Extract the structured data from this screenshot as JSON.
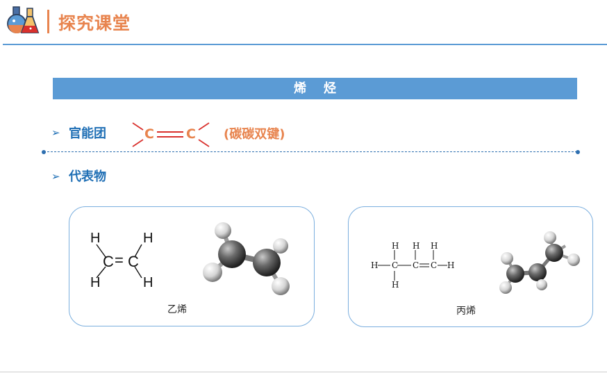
{
  "header": {
    "title": "探究课堂",
    "icon": "flask-icon"
  },
  "banner": {
    "title": "烯    烃"
  },
  "functional_group": {
    "label": "官能团",
    "atom_left": "C",
    "atom_right": "C",
    "note": "(碳碳双键)"
  },
  "representatives": {
    "label": "代表物"
  },
  "cards": [
    {
      "caption": "乙烯",
      "structure": {
        "H": "H",
        "C1": "C",
        "C2": "C",
        "bond": "="
      }
    },
    {
      "caption": "丙烯",
      "structure": {
        "H": "H",
        "C": "C"
      }
    }
  ],
  "colors": {
    "accent_orange": "#e8844e",
    "accent_blue": "#5b9bd5",
    "bond_red": "#d9302c",
    "heading_blue": "#1f6fb5"
  }
}
